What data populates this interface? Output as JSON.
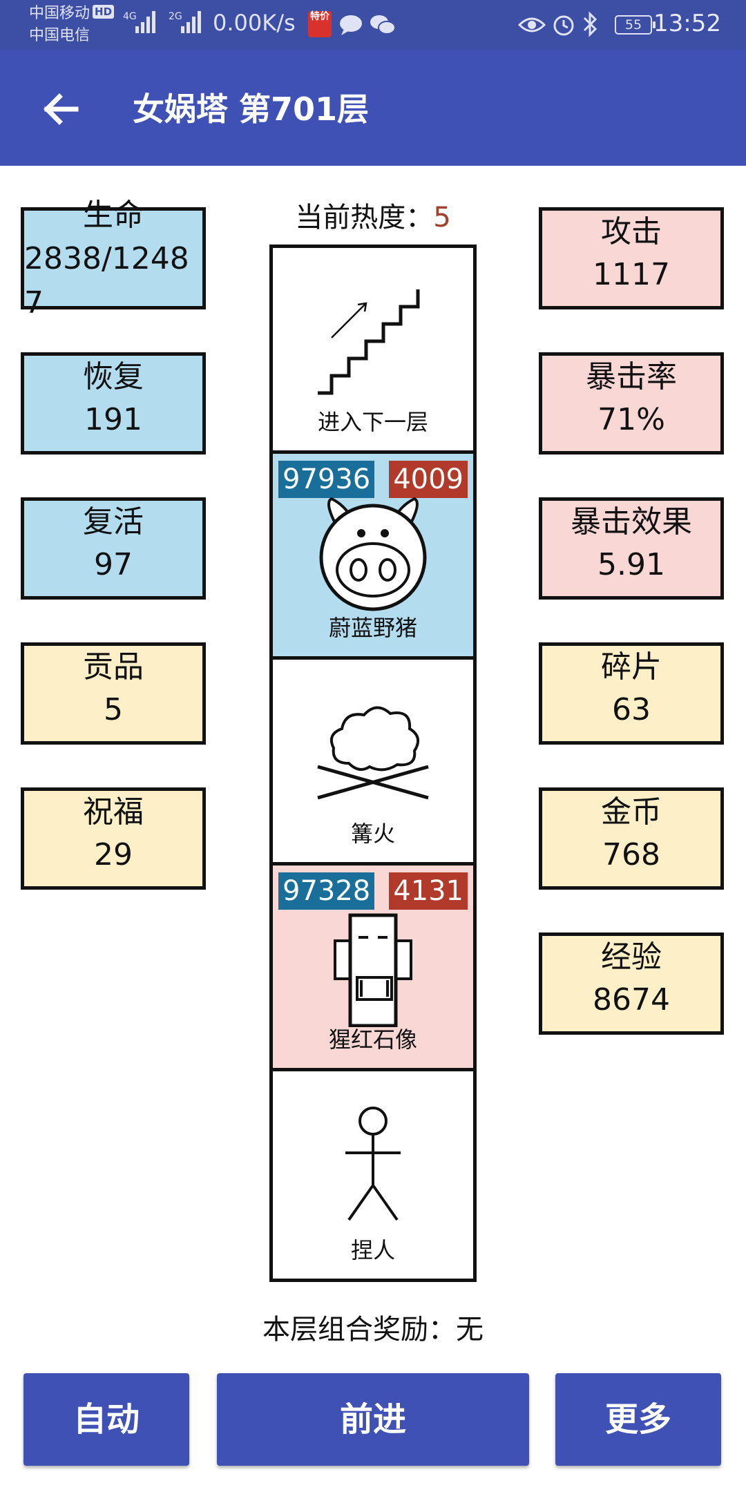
{
  "status_bar": {
    "carrier1": "中国移动",
    "hd_badge": "HD",
    "carrier2": "中国电信",
    "signal1_type": "4G",
    "signal2_type": "2G",
    "net_speed": "0.00K/s",
    "app_badge": "特价",
    "battery": "55",
    "time": "13:52",
    "icons": [
      "signal-icon",
      "message-bubble-icon",
      "wechat-icon",
      "eye-icon",
      "alarm-icon",
      "bluetooth-icon",
      "battery-icon"
    ]
  },
  "app_bar": {
    "title": "女娲塔 第701层",
    "back_icon": "arrow-left-icon"
  },
  "stats_left": [
    {
      "label": "生命",
      "value": "2838/12487",
      "color": "#b3dcef"
    },
    {
      "label": "恢复",
      "value": "191",
      "color": "#b3dcef"
    },
    {
      "label": "复活",
      "value": "97",
      "color": "#b3dcef"
    },
    {
      "label": "贡品",
      "value": "5",
      "color": "#fdf0c8"
    },
    {
      "label": "祝福",
      "value": "29",
      "color": "#fdf0c8"
    }
  ],
  "stats_right": [
    {
      "label": "攻击",
      "value": "1117",
      "color": "#f8d7d4"
    },
    {
      "label": "暴击率",
      "value": "71%",
      "color": "#f8d7d4"
    },
    {
      "label": "暴击效果",
      "value": "5.91",
      "color": "#f8d7d4"
    },
    {
      "label": "碎片",
      "value": "63",
      "color": "#fdf0c8"
    },
    {
      "label": "金币",
      "value": "768",
      "color": "#fdf0c8"
    },
    {
      "label": "经验",
      "value": "8674",
      "color": "#fdf0c8"
    }
  ],
  "heat": {
    "label": "当前热度：",
    "value": "5"
  },
  "tower": [
    {
      "name": "进入下一层",
      "icon": "stairs-up-icon",
      "bg": "#ffffff"
    },
    {
      "name": "蔚蓝野猪",
      "icon": "pig-icon",
      "bg": "#b3dcef",
      "hp": "97936",
      "atk": "4009"
    },
    {
      "name": "篝火",
      "icon": "campfire-icon",
      "bg": "#ffffff"
    },
    {
      "name": "猩红石像",
      "icon": "stone-statue-icon",
      "bg": "#f8d7d4",
      "hp": "97328",
      "atk": "4131"
    },
    {
      "name": "捏人",
      "icon": "stick-figure-icon",
      "bg": "#ffffff"
    }
  ],
  "bonus": "本层组合奖励：无",
  "buttons": {
    "auto": "自动",
    "forward": "前进",
    "more": "更多"
  },
  "colors": {
    "primary": "#3f51b5",
    "status_bar": "#3d4ea5",
    "hp_badge": "#1a6f9a",
    "atk_badge": "#b13a2a"
  }
}
